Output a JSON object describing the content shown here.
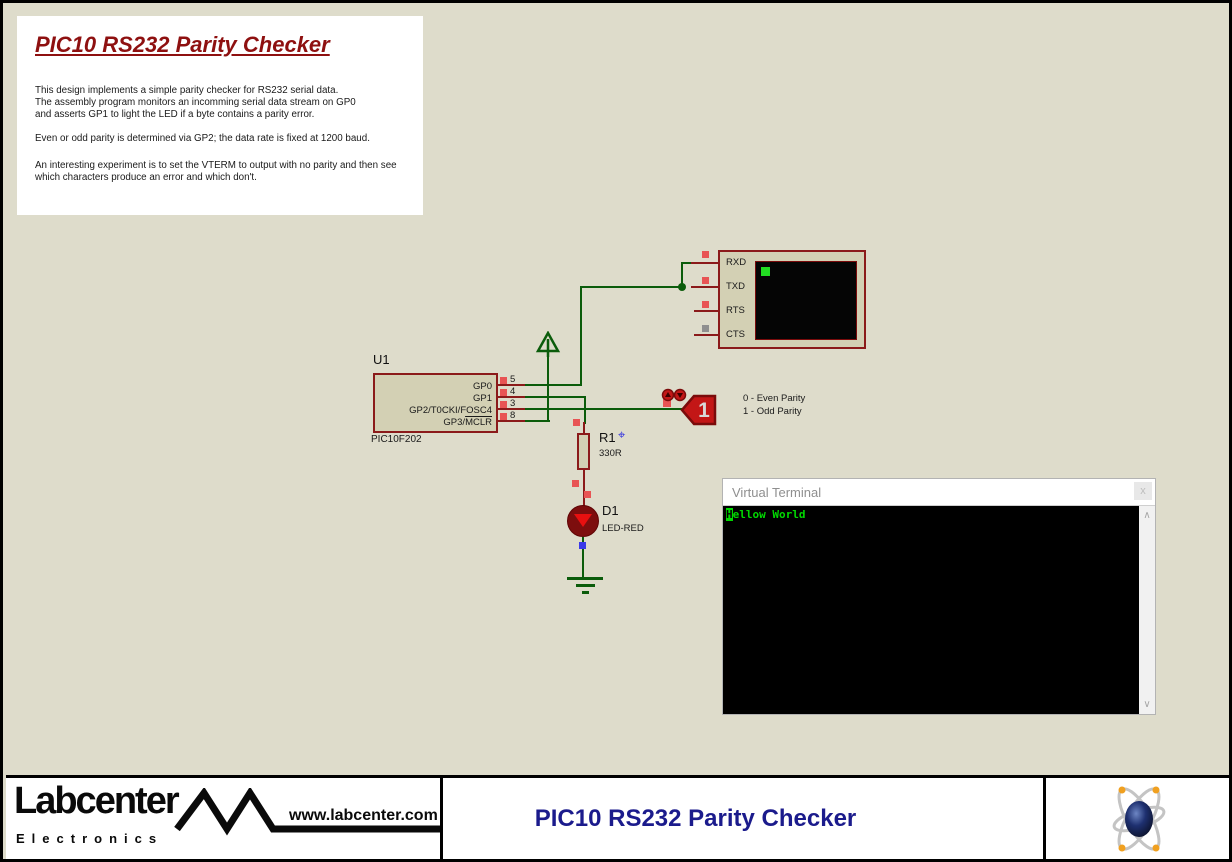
{
  "colors": {
    "canvas_bg": "#dedccb",
    "component_fill": "#d3d0b4",
    "component_outline": "#8b1a1a",
    "wire_green": "#0b5c0b",
    "pin_indicator_red": "#e85454",
    "pin_indicator_gray": "#8f8f8f",
    "pin_indicator_blue": "#3a3ae8",
    "logic_state_fill": "#c31616",
    "led_fill": "#7d0e0e",
    "terminal_text_green": "#00d800",
    "heading_red": "#8e1010",
    "footer_title_blue": "#1b1b8c"
  },
  "title_block": {
    "title": "PIC10 RS232 Parity Checker",
    "p1": "This design implements a simple parity checker for RS232 serial data.\nThe assembly program monitors an incomming serial data stream on GP0\nand asserts GP1 to light the LED if a byte contains a parity error.",
    "p2": "Even or odd parity is determined via GP2; the data rate is fixed at 1200 baud.",
    "p3": "An interesting experiment is to set the VTERM to output with no parity and then see\nwhich characters produce an error and which don't."
  },
  "schematic": {
    "u1": {
      "ref": "U1",
      "part": "PIC10F202",
      "pins": [
        {
          "num": "5",
          "label": "GP0",
          "label_ov": ""
        },
        {
          "num": "4",
          "label": "GP1",
          "label_ov": ""
        },
        {
          "num": "3",
          "label": "GP2/T0CKI/FOSC4",
          "label_ov": ""
        },
        {
          "num": "8",
          "label": "GP3/",
          "label_ov": "MCLR"
        }
      ]
    },
    "r1": {
      "ref": "R1",
      "value": "330R"
    },
    "d1": {
      "ref": "D1",
      "value": "LED-RED"
    },
    "vterm": {
      "pins": [
        "RXD",
        "TXD",
        "RTS",
        "CTS"
      ]
    },
    "logic_state": {
      "value": "1"
    },
    "annotations": [
      "0 - Even Parity",
      "1 - Odd Parity"
    ]
  },
  "terminal_window": {
    "title": "Virtual Terminal",
    "close_label": "x",
    "cursor_char": "H",
    "text_rest": "ellow World",
    "scroll_up": "∧",
    "scroll_down": "∨"
  },
  "footer": {
    "brand": "Labcenter",
    "brand_sub": "Electronics",
    "website": "www.labcenter.com",
    "doc_title": "PIC10 RS232 Parity Checker"
  }
}
